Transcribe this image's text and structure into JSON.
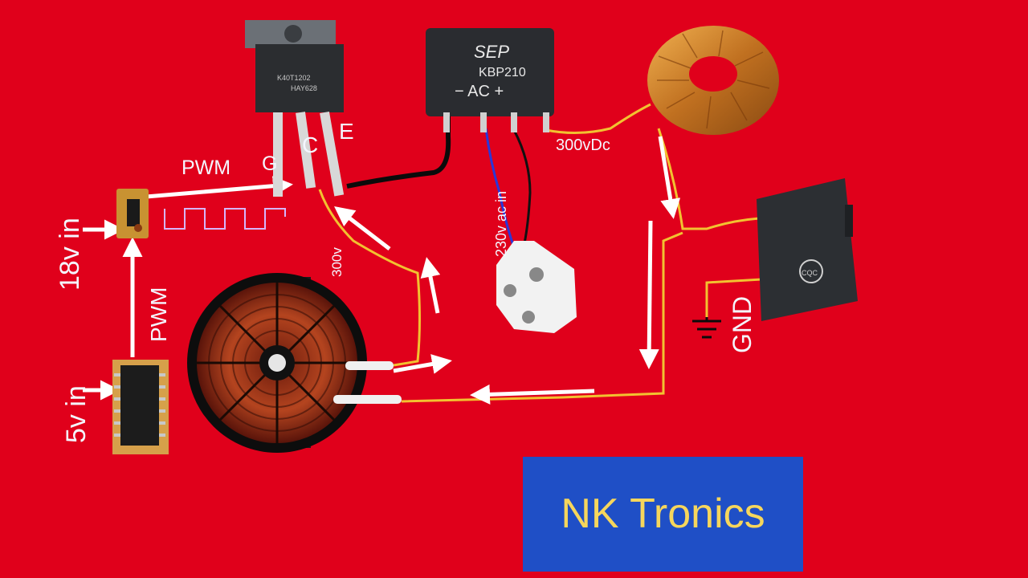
{
  "labels": {
    "pwm_top": "PWM",
    "gate": "G",
    "collector": "C",
    "emitter": "E",
    "v18_in": "18v in",
    "pwm_vertical": "PWM",
    "v5_in": "5v in",
    "v300_coil": "300v",
    "v230_ac_in": "230v ac in",
    "v300_dc": "300vDc",
    "gnd": "GND"
  },
  "components": {
    "igbt_marking_1": "K40T1202",
    "igbt_marking_2": "HAY628",
    "bridge_brand": "SEP",
    "bridge_part": "KBP210",
    "bridge_pins": "−  AC  +",
    "capacitor_marking": "CQC"
  },
  "brand": {
    "title": "NK Tronics"
  },
  "colors": {
    "background": "#e0001b",
    "wire_yellow": "#f2c230",
    "brand_box": "#1f4fc6",
    "brand_text": "#f6d65c",
    "label_white": "#f4f6ff",
    "label_blue": "#2f38c8"
  }
}
